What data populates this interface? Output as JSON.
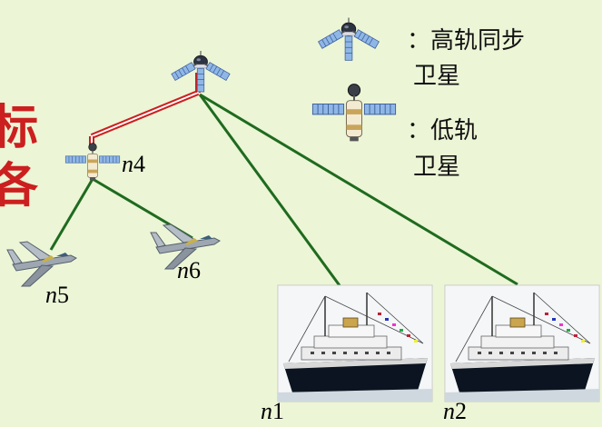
{
  "left_edge_chars": [
    "标",
    "各"
  ],
  "legend": {
    "geo_line1": "：高轨同步",
    "geo_line2": "卫星",
    "leo_line1": "：低轨",
    "leo_line2": "卫星"
  },
  "nodes": {
    "n4": {
      "italic": "n",
      "num": "4"
    },
    "n5": {
      "italic": "n",
      "num": "5"
    },
    "n6": {
      "italic": "n",
      "num": "6"
    },
    "n1": {
      "italic": "n",
      "num": "1"
    },
    "n2": {
      "italic": "n",
      "num": "2"
    }
  },
  "colors": {
    "background": "#ecf5d6",
    "link_geo": "#cc1f1f",
    "link_green": "#1f6b1f",
    "accent_red": "#cc1f1f"
  },
  "icons": {
    "geo": "geo-satellite-icon",
    "leo": "leo-satellite-icon",
    "jet": "fighter-jet-icon",
    "ship": "ship-icon"
  }
}
